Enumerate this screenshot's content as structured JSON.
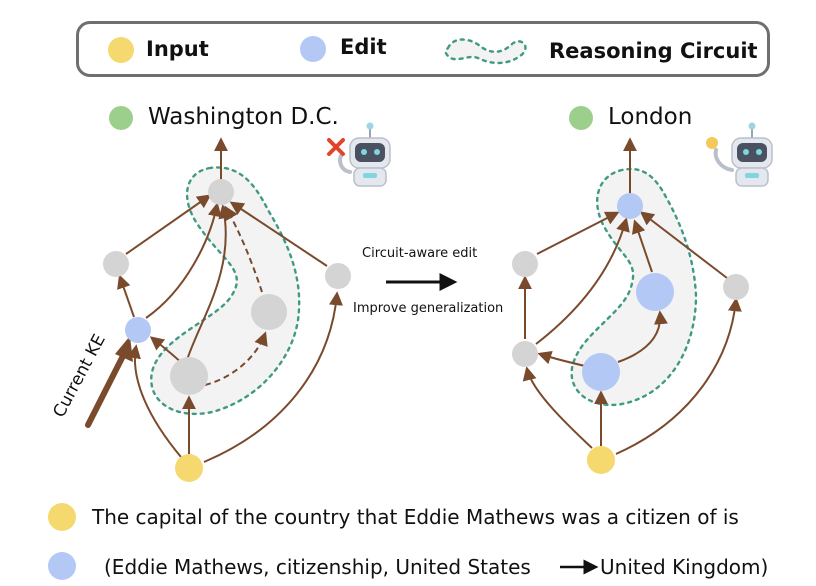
{
  "legend": {
    "input_label": "Input",
    "edit_label": "Edit",
    "circuit_label": "Reasoning Circuit"
  },
  "left_panel": {
    "output_label": "Washington D.C.",
    "side_label": "Current KE"
  },
  "right_panel": {
    "output_label": "London"
  },
  "transition": {
    "top_label": "Circuit-aware edit",
    "bottom_label": "Improve generalization"
  },
  "footer": {
    "input_text": "The capital of the country that Eddie Mathews was a citizen of is",
    "edit_text_prefix": "(Eddie Mathews, citizenship, United States",
    "edit_text_suffix": "United Kingdom)"
  },
  "colors": {
    "input": "#f5d96e",
    "edit": "#b3c8f5",
    "output": "#9ccf8c",
    "node": "#d4d4d4",
    "edge": "#7a4a2c",
    "circuit": "#3f9a84",
    "circuit_fill": "#f3f3f3",
    "error_mark": "#e0452c"
  }
}
